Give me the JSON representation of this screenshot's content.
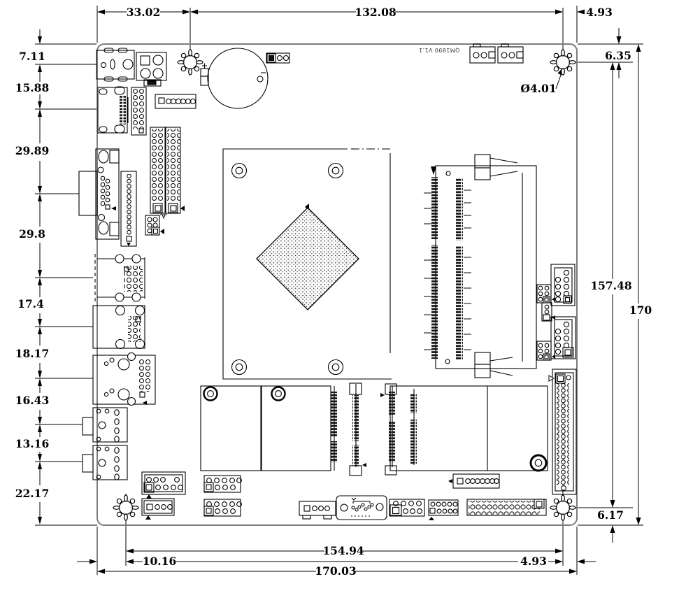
{
  "drawing": {
    "board_label": "QM1890 V1.1",
    "dims": {
      "top": {
        "d1": "33.02",
        "d2": "132.08",
        "d3": "4.93"
      },
      "left": {
        "d1": "7.11",
        "d2": "15.88",
        "d3": "29.89",
        "d4": "29.8",
        "d5": "17.4",
        "d6": "18.17",
        "d7": "16.43",
        "d8": "13.16",
        "d9": "22.17"
      },
      "right": {
        "d1": "6.35",
        "d2": "157.48",
        "d3": "170",
        "d4": "6.17"
      },
      "bottom": {
        "d1": "10.16",
        "d2": "154.94",
        "d3": "4.93",
        "d4": "170.03"
      },
      "hole_diameter": "Ø4.01"
    }
  }
}
